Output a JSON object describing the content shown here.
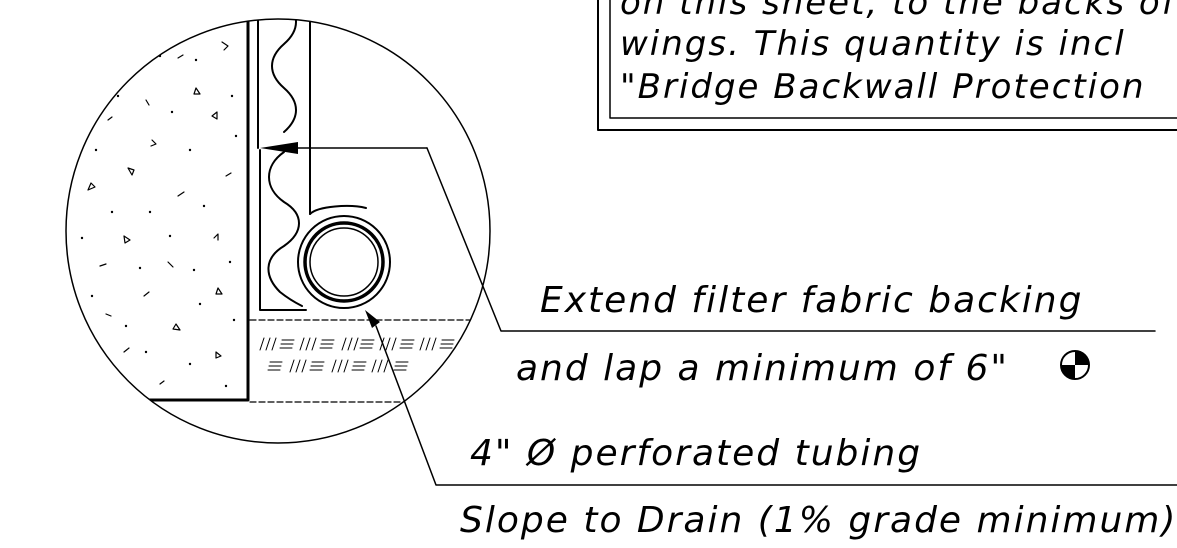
{
  "note_box": {
    "lines": [
      "on this sheet, to the backs of",
      "wings. This quantity is incl",
      "\"Bridge Backwall Protection"
    ]
  },
  "callouts": {
    "filter_fabric_line1": "Extend filter fabric backing",
    "filter_fabric_line2": "and lap a minimum of 6\"",
    "tubing": "4\" Ø perforated tubing",
    "slope": "Slope to Drain (1% grade minimum)"
  },
  "symbols": {
    "lap_marker": "quartered-circle-icon"
  },
  "colors": {
    "ink": "#000000",
    "paper": "#ffffff"
  }
}
